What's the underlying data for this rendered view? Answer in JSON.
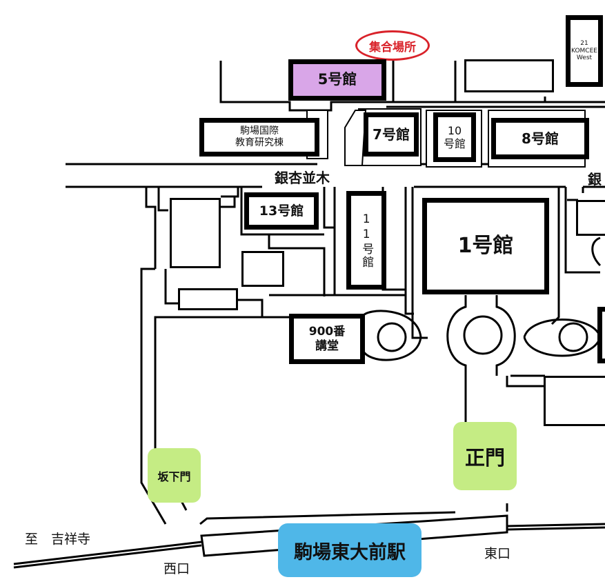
{
  "colors": {
    "highlight_building": "#d9a6e8",
    "gate": "#c5ec84",
    "station": "#4fb7e8",
    "meeting_point": "#d9222a"
  },
  "meeting_point": {
    "label": "集合場所"
  },
  "buildings": {
    "b21": {
      "line1": "21",
      "line2": "KOMCEE",
      "line3": "West"
    },
    "b5": "5号館",
    "international_line1": "駒場国際",
    "international_line2": "教育研究棟",
    "b7": "7号館",
    "b10_line1": "10",
    "b10_line2": "号館",
    "b8": "8号館",
    "b13": "13号館",
    "b11": "11号館",
    "b1": "1号館",
    "hall900_line1": "900番",
    "hall900_line2": "講堂"
  },
  "streets": {
    "ginkgo": "銀杏並木",
    "ginkgo_right": "銀"
  },
  "gates": {
    "sakashita": "坂下門",
    "main": "正門"
  },
  "station": {
    "name": "駒場東大前駅",
    "west_exit": "西口",
    "east_exit": "東口"
  },
  "direction": "至　吉祥寺"
}
